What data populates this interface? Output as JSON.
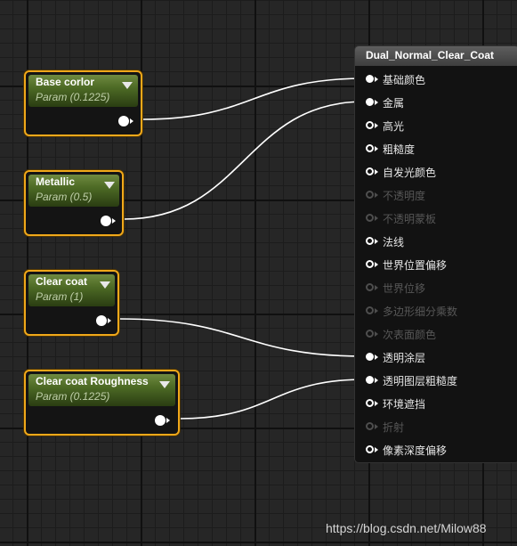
{
  "param_nodes": [
    {
      "title": "Base corlor",
      "subtitle": "Param (0.1225)",
      "arrow_icon": "dropdown-triangle-icon",
      "target_pin": 0
    },
    {
      "title": "Metallic",
      "subtitle": "Param (0.5)",
      "arrow_icon": "dropdown-triangle-icon",
      "target_pin": 1
    },
    {
      "title": "Clear coat",
      "subtitle": "Param (1)",
      "arrow_icon": "dropdown-triangle-icon",
      "target_pin": 12
    },
    {
      "title": "Clear coat Roughness",
      "subtitle": "Param (0.1225)",
      "arrow_icon": "dropdown-triangle-icon",
      "target_pin": 13
    }
  ],
  "material_node": {
    "title": "Dual_Normal_Clear_Coat",
    "pins": [
      {
        "label": "基础颜色",
        "connected": true,
        "enabled": true
      },
      {
        "label": "金属",
        "connected": true,
        "enabled": true
      },
      {
        "label": "高光",
        "connected": false,
        "enabled": true
      },
      {
        "label": "粗糙度",
        "connected": false,
        "enabled": true
      },
      {
        "label": "自发光颜色",
        "connected": false,
        "enabled": true
      },
      {
        "label": "不透明度",
        "connected": false,
        "enabled": false
      },
      {
        "label": "不透明蒙板",
        "connected": false,
        "enabled": false
      },
      {
        "label": "法线",
        "connected": false,
        "enabled": true
      },
      {
        "label": "世界位置偏移",
        "connected": false,
        "enabled": true
      },
      {
        "label": "世界位移",
        "connected": false,
        "enabled": false
      },
      {
        "label": "多边形细分乘数",
        "connected": false,
        "enabled": false
      },
      {
        "label": "次表面颜色",
        "connected": false,
        "enabled": false
      },
      {
        "label": "透明涂层",
        "connected": true,
        "enabled": true
      },
      {
        "label": "透明图层粗糙度",
        "connected": true,
        "enabled": true
      },
      {
        "label": "环境遮挡",
        "connected": false,
        "enabled": true
      },
      {
        "label": "折射",
        "connected": false,
        "enabled": false
      },
      {
        "label": "像素深度偏移",
        "connected": false,
        "enabled": true
      }
    ]
  },
  "colors": {
    "node_border": "#f0a81a",
    "wire": "#ffffff",
    "disabled_pin": "#4e4e4e"
  },
  "watermark": "https://blog.csdn.net/Milow88"
}
